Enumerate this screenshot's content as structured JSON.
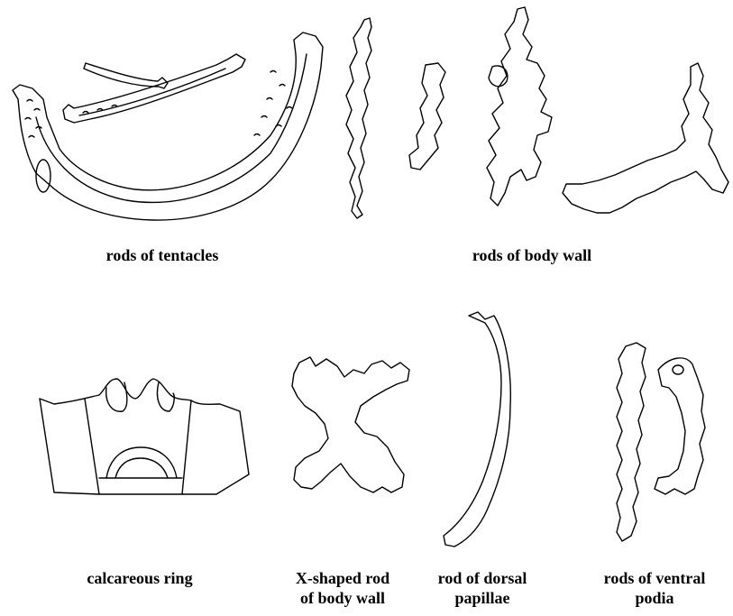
{
  "labels": {
    "tentacles": "rods of tentacles",
    "body_wall": "rods of body wall",
    "ring": "calcareous ring",
    "x_rod_line1": "X-shaped rod",
    "x_rod_line2": "of body wall",
    "dorsal_line1": "rod of dorsal",
    "dorsal_line2": "papillae",
    "ventral_line1": "rods of ventral",
    "ventral_line2": "podia"
  },
  "colors": {
    "ink": "#000000",
    "background": "#ffffff"
  }
}
